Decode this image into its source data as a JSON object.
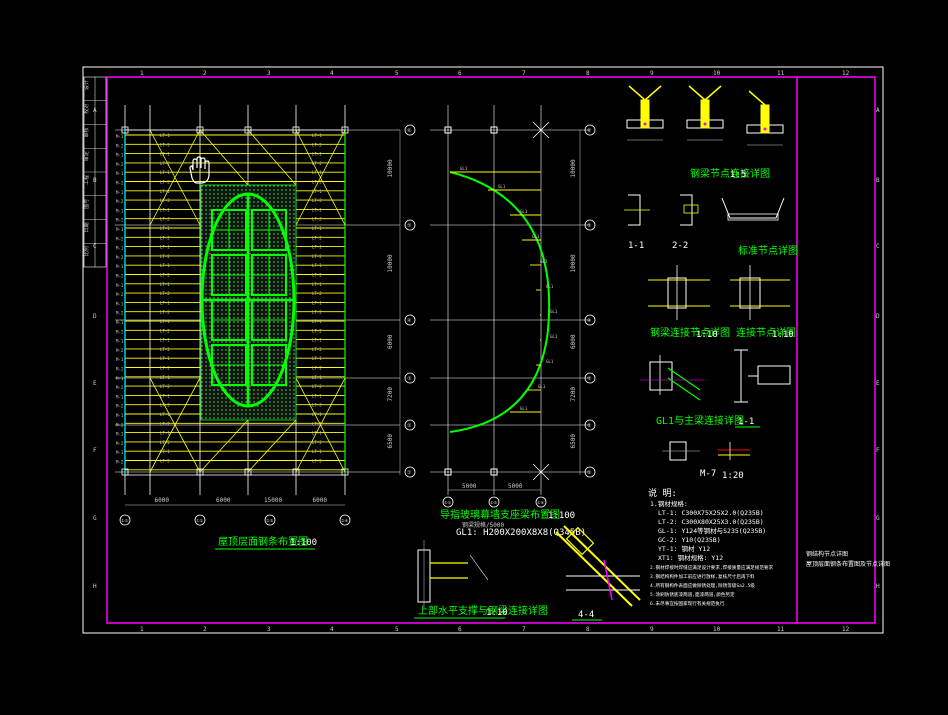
{
  "colors": {
    "background": "#000000",
    "frame": "#ff00ff",
    "grid": "#ffffff",
    "beam": "#ffff00",
    "steel": "#00ff00",
    "dim": "#cccccc",
    "red": "#ff0000",
    "cyan": "#00ffff"
  },
  "border": {
    "columns": [
      "1",
      "2",
      "3",
      "4",
      "5",
      "6",
      "7",
      "8",
      "9",
      "10",
      "11",
      "12"
    ],
    "rows": [
      "A",
      "B",
      "C",
      "D",
      "E",
      "F",
      "G",
      "H"
    ]
  },
  "plan_left": {
    "title": "屋顶层面钢条布置图",
    "scale": "1:100",
    "axes_bottom": [
      "①②",
      "①①",
      "②③",
      "②④"
    ],
    "dims_bottom": [
      "6000",
      "6000",
      "15000",
      "6000"
    ],
    "dims_right": [
      "10000",
      "10000",
      "6000",
      "7200",
      "6500"
    ],
    "axes_right": [
      "⑥",
      "⑤",
      "④",
      "③",
      "②",
      "①"
    ],
    "member_labels": [
      "M-1",
      "M-2",
      "LT-1",
      "LT-2",
      "GL-1"
    ]
  },
  "plan_right": {
    "title": "导指玻璃幕墙支座梁布置图",
    "subtitle": "钢梁规格/5000",
    "note": "GL1: H200X200X8X8(Q345B)",
    "scale": "1:100",
    "dims_bottom": [
      "5000",
      "5000"
    ],
    "axes_bottom": [
      "①②",
      "①③",
      "①④"
    ],
    "dims_right": [
      "10000",
      "10000",
      "6000",
      "7200",
      "6500"
    ]
  },
  "details": {
    "top_title": "钢梁节点连接详图",
    "top_scale": "1:5",
    "sec_1": "1-1",
    "sec_2": "2-2",
    "sec_3_title": "标准节点详图",
    "conn_a_title": "钢梁连接节点详图",
    "conn_a_scale": "1:10",
    "conn_b_title": "连接节点详图",
    "conn_b_scale": "1:10",
    "gl1_title": "GL1与主梁连接详图",
    "sec_11": "1-1",
    "m7": "M-7",
    "m7_scale": "1:20",
    "bottom_left_title": "上部水平支撑与钢梁连接详图",
    "bottom_left_scale": "1:10",
    "sec_44": "4-4"
  },
  "notes": {
    "heading": "说 明:",
    "lines": [
      "1.钢材规格:",
      "LT-1: C300X75X25X2.0(Q235B)",
      "LT-2: C300X80X25X3.0(Q235B)",
      "GL-1: Y124等钢材与S235(Q235B)",
      "GC-2: Y10(Q235B)",
      "YT-1: 钢材 Y12",
      "XT1: 钢材规格: Y12",
      "2.钢材焊接时焊缝应满足设计要求,焊接质量应满足规范要求",
      "3.钢结构构件加工前应进行放样,复核尺寸后再下料",
      "4.所有钢构件表面应做除锈处理,除锈等级Sa2.5级",
      "5.涂刷防锈底漆两道,面漆两道,颜色另定",
      "6.未尽事宜按国家现行有关规范执行"
    ]
  },
  "title_block": {
    "line1": "钢结构节点详图",
    "line2": "屋顶层面钢条布置图及节点详图"
  },
  "left_strip": [
    "设计",
    "校对",
    "审核",
    "审定",
    "工程",
    "图号",
    "日期",
    "比例"
  ]
}
